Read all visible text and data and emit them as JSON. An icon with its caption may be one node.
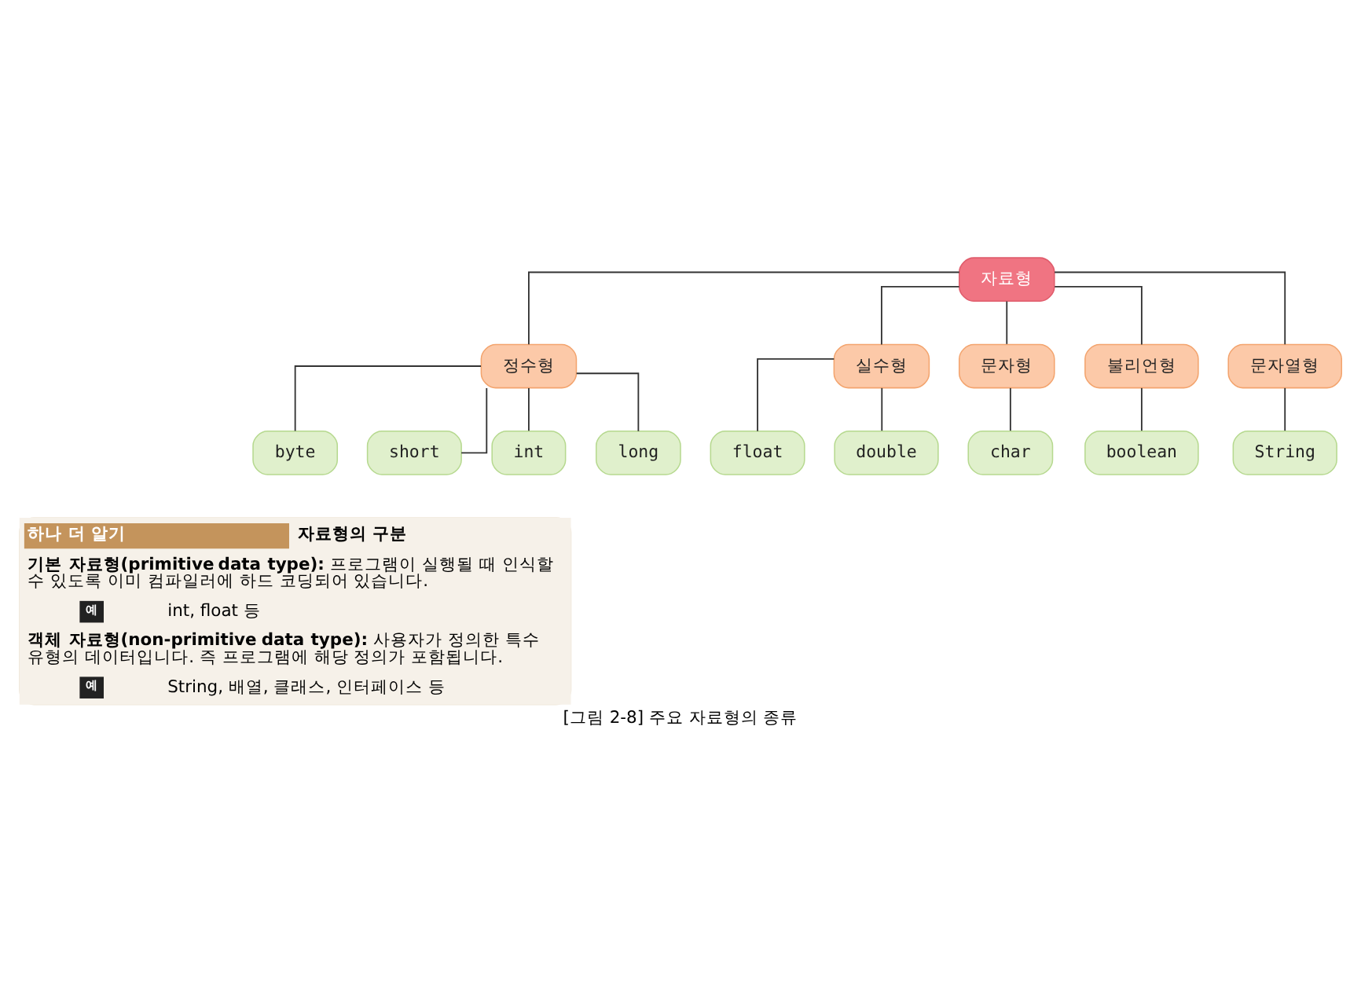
{
  "diagram": {
    "caption": "[그림 2-8] 주요 자료형의 종류",
    "nodes": [
      {
        "text": [
          "자료형"
        ]
      },
      {
        "text": [
          "정수형"
        ]
      },
      {
        "text": [
          "byte"
        ]
      },
      {
        "text": [
          "short"
        ]
      },
      {
        "text": [
          "int"
        ]
      },
      {
        "text": [
          "long"
        ]
      },
      {
        "text": [
          "실수형"
        ]
      },
      {
        "text": [
          "float"
        ]
      },
      {
        "text": [
          "double"
        ]
      },
      {
        "text": [
          "문자형"
        ]
      },
      {
        "text": [
          "char"
        ]
      },
      {
        "text": [
          "불리언형"
        ]
      },
      {
        "text": [
          "boolean"
        ]
      },
      {
        "text": [
          "문자열형"
        ]
      },
      {
        "text": [
          "String"
        ]
      },
      {
        "text": [
          "하나 더 알기",
          "자료형의 구분",
          "**기본 자료형(primitive data type):** 프로그램이 실행될 때 인식할 수 있도록 이미 컴파일러에 하드 코딩되어 있습니다.",
          "예",
          "int, float 등",
          "**객체 자료형(non-primitive data type):** 사용자가 정의한 특수 유형의 데이터입니다. 즉 프로그램에 해당 정의가 포함됩니다.",
          "예",
          "String, 배열, 클래스, 인터페이스 등"
        ]
      }
    ],
    "edges": [
      {
        "from": 0,
        "to": 1,
        "arrow": "none"
      },
      {
        "from": 0,
        "to": 6,
        "arrow": "none"
      },
      {
        "from": 0,
        "to": 9,
        "arrow": "none"
      },
      {
        "from": 0,
        "to": 11,
        "arrow": "none"
      },
      {
        "from": 0,
        "to": 13,
        "arrow": "none"
      },
      {
        "from": 1,
        "to": 2,
        "arrow": "none"
      },
      {
        "from": 1,
        "to": 3,
        "arrow": "none"
      },
      {
        "from": 1,
        "to": 4,
        "arrow": "none"
      },
      {
        "from": 1,
        "to": 5,
        "arrow": "none"
      },
      {
        "from": 6,
        "to": 7,
        "arrow": "none"
      },
      {
        "from": 6,
        "to": 8,
        "arrow": "none"
      },
      {
        "from": 9,
        "to": 10,
        "arrow": "none"
      },
      {
        "from": 11,
        "to": 12,
        "arrow": "none"
      },
      {
        "from": 13,
        "to": 14,
        "arrow": "none"
      }
    ]
  }
}
